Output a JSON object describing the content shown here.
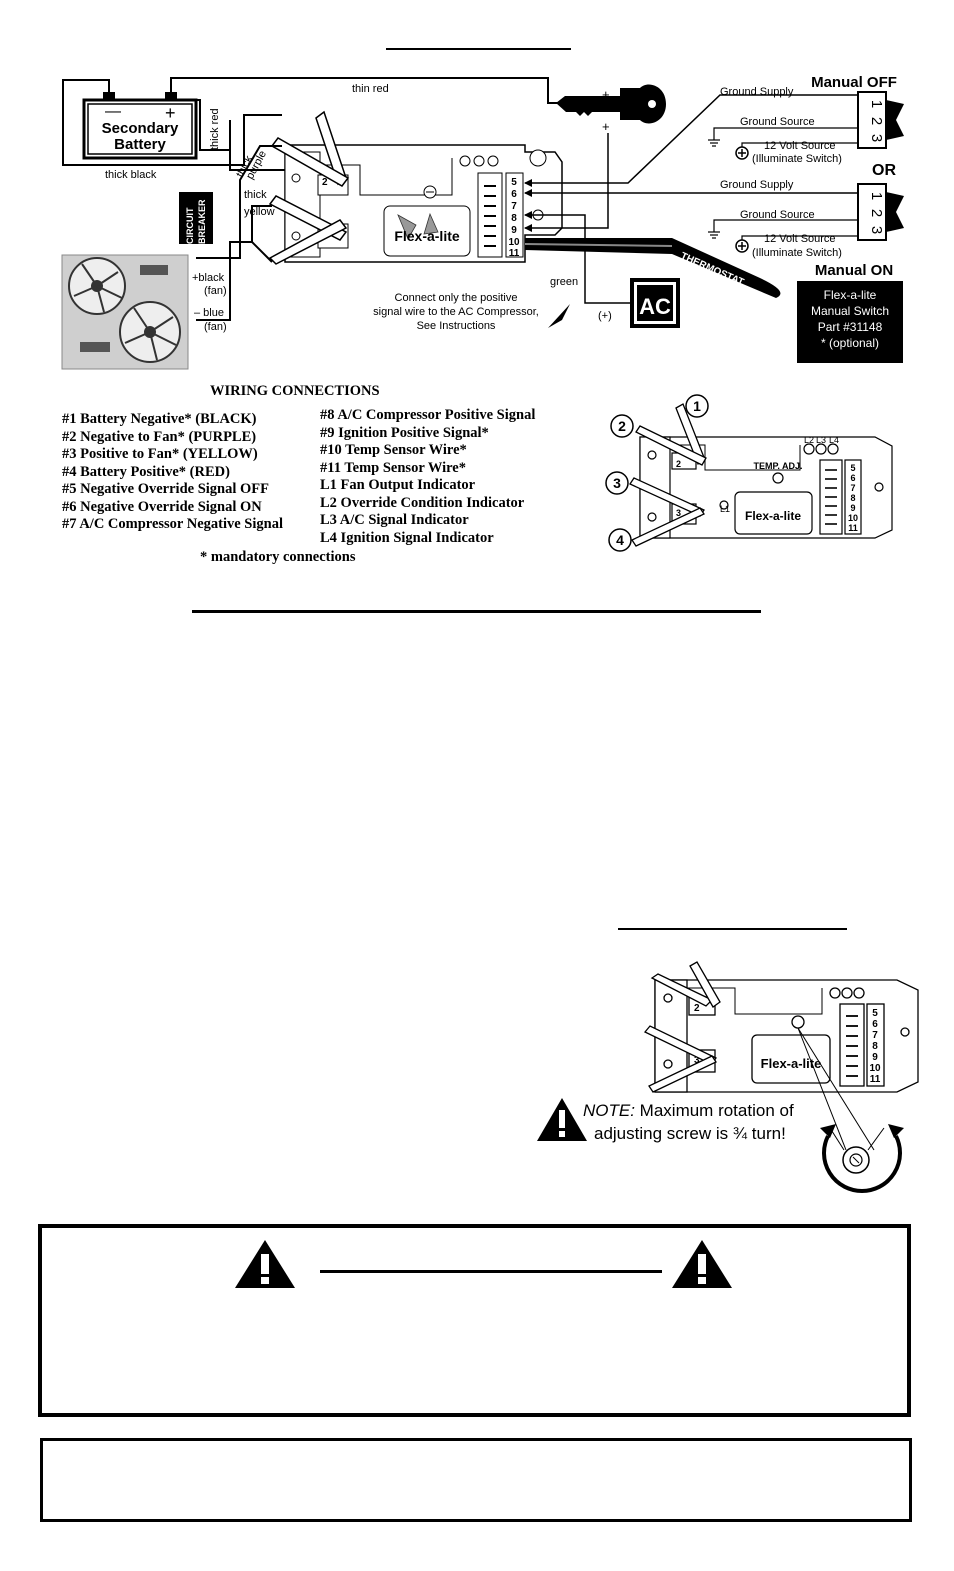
{
  "diagram": {
    "battery": {
      "line1": "Secondary",
      "line2": "Battery",
      "minus": "—",
      "plus": "+"
    },
    "wire_labels": {
      "thin_red": "thin red",
      "thick_red": "thick red",
      "thick_black": "thick black",
      "thick_purple_1": "thick",
      "thick_purple_2": "purple",
      "thick_yellow_1": "thick",
      "thick_yellow_2": "yellow",
      "black_fan_1": "+black",
      "black_fan_2": "(fan)",
      "blue_fan_1": "– blue",
      "blue_fan_2": "(fan)",
      "green": "green",
      "plus_signal": "(+)"
    },
    "key_plus_top": "+",
    "key_plus_bottom": "+",
    "circuit_breaker_1": "CIRCUIT",
    "circuit_breaker_2": "BREAKER",
    "thermostat": "THERMOSTAT",
    "ac_label": "AC",
    "ac_note": [
      "Connect only the positive",
      "signal wire to the AC Compressor,",
      "See Instructions"
    ],
    "manual_off": "Manual OFF",
    "or_label": "OR",
    "manual_on": "Manual ON",
    "switch_pins": [
      "1",
      "2",
      "3"
    ],
    "ground_supply": "Ground Supply",
    "ground_source": "Ground Source",
    "volt_source": "12 Volt Source",
    "illuminate": "(Illuminate Switch)",
    "switch_box": [
      "Flex-a-lite",
      "Manual Switch",
      "Part #31148",
      "* (optional)"
    ],
    "module_logo": "Flex-a-lite",
    "terminal_numbers": [
      "5",
      "6",
      "7",
      "8",
      "9",
      "10",
      "11"
    ],
    "module_pins": [
      "2",
      "3"
    ]
  },
  "wiring": {
    "title": "WIRING CONNECTIONS",
    "left_column": [
      "#1  Battery Negative* (BLACK)",
      "#2  Negative to Fan* (PURPLE)",
      "#3  Positive to Fan* (YELLOW)",
      "#4  Battery Positive* (RED)",
      "#5  Negative Override Signal OFF",
      "#6  Negative Override Signal ON",
      "#7  A/C Compressor Negative Signal"
    ],
    "right_column": [
      "#8  A/C Compressor Positive Signal",
      "#9  Ignition Positive Signal*",
      "#10  Temp Sensor Wire*",
      "#11  Temp Sensor Wire*",
      "L1  Fan Output Indicator",
      "L2  Override Condition Indicator",
      "L3  A/C Signal Indicator",
      "L4  Ignition Signal Indicator"
    ],
    "footnote": "* mandatory connections"
  },
  "small_module": {
    "callouts": [
      "1",
      "2",
      "3",
      "4"
    ],
    "led_labels": [
      "L2",
      "L3",
      "L4"
    ],
    "l1": "L1",
    "temp_adj": "TEMP. ADJ.",
    "logo": "Flex-a-lite",
    "terminals": [
      "5",
      "6",
      "7",
      "8",
      "9",
      "10",
      "11"
    ],
    "pins": [
      "2",
      "3"
    ]
  },
  "adjust_module": {
    "logo": "Flex-a-lite",
    "terminals": [
      "5",
      "6",
      "7",
      "8",
      "9",
      "10",
      "11"
    ],
    "pins": [
      "2",
      "3"
    ],
    "note_prefix": "NOTE:",
    "note_line1": " Maximum rotation of",
    "note_line2": "adjusting screw is ¾ turn!"
  }
}
